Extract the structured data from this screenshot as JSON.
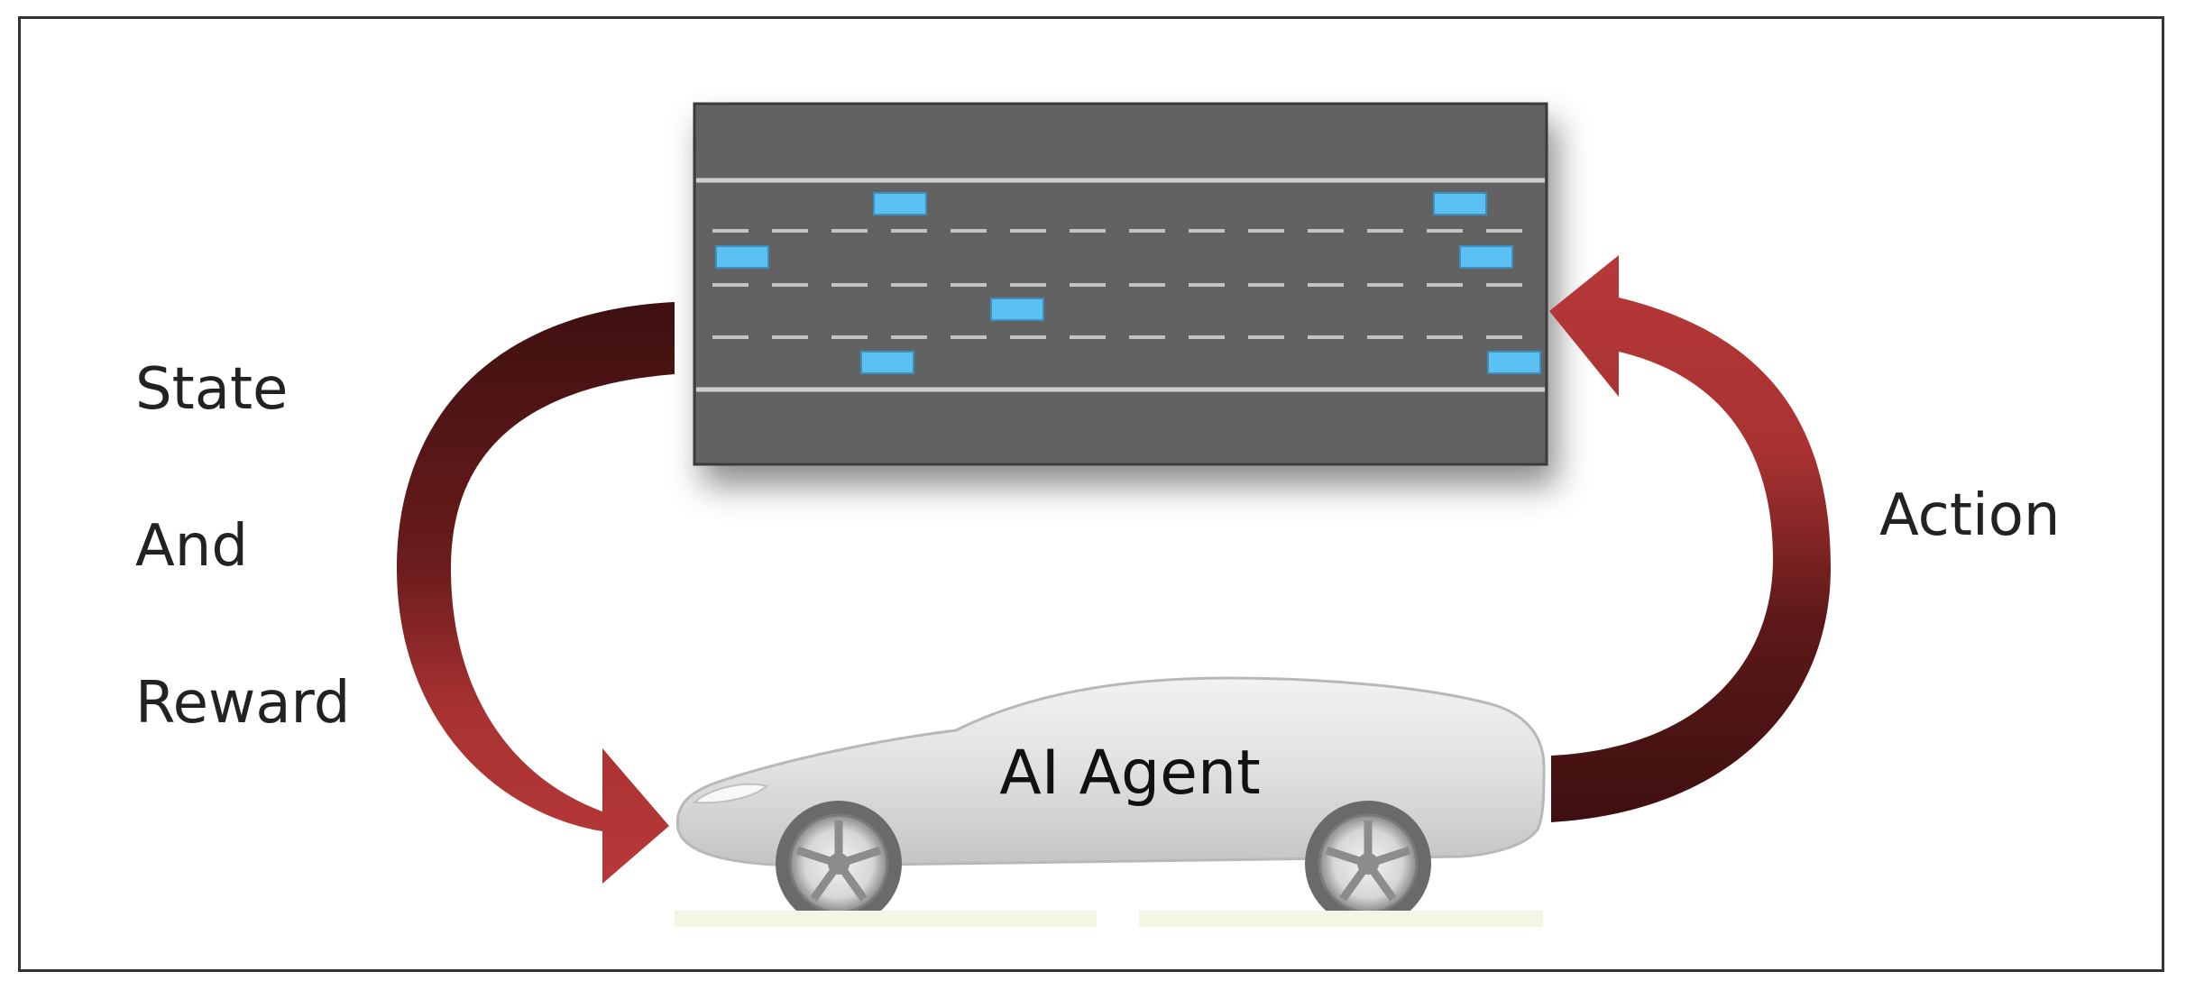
{
  "labels": {
    "state": "State",
    "and": "And",
    "reward": "Reward",
    "action": "Action",
    "agent": "AI Agent"
  },
  "colors": {
    "road": "#626262",
    "lane_line": "#c8c8c8",
    "vehicle": "#5bc0f2",
    "arrow_dark": "#4a1414",
    "arrow_light": "#b03434",
    "car_body": "#e4e4e4"
  },
  "icons": {
    "environment": "highway-icon",
    "agent": "car-icon",
    "state_reward": "curved-arrow-icon",
    "action": "curved-arrow-icon"
  }
}
